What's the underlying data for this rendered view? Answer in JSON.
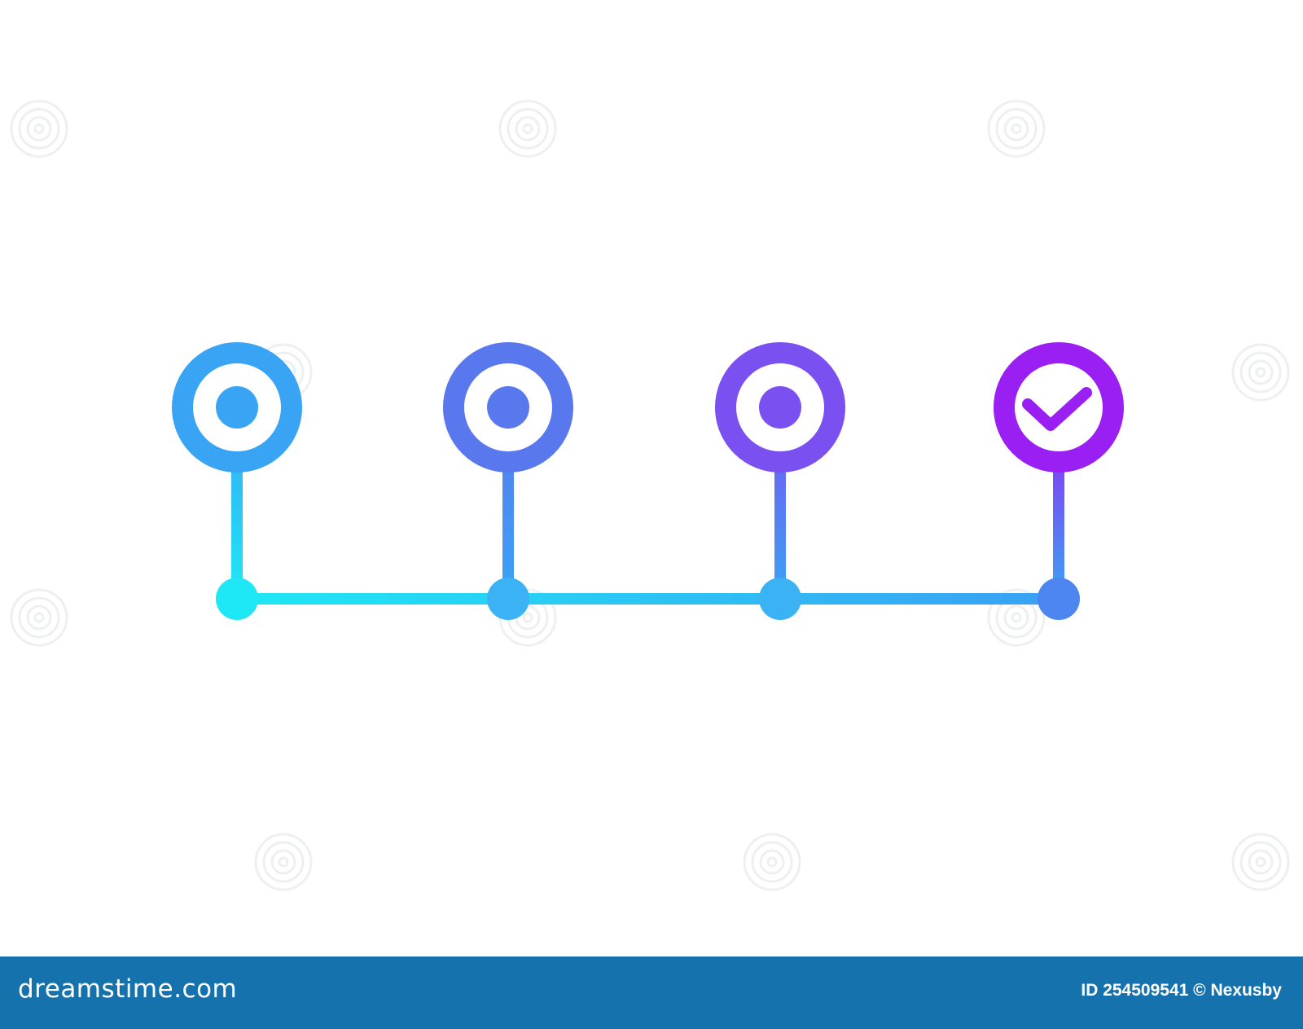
{
  "diagram": {
    "type": "timeline",
    "gradient": {
      "start": "#1ee8f5",
      "mid": "#3f8ef4",
      "end": "#a317f5"
    },
    "milestones": [
      {
        "icon": "target-icon",
        "state": "pending",
        "color": "#3aa4f4"
      },
      {
        "icon": "target-icon",
        "state": "pending",
        "color": "#5a78ee"
      },
      {
        "icon": "target-icon",
        "state": "pending",
        "color": "#7a50f0"
      },
      {
        "icon": "checkmark-icon",
        "state": "complete",
        "color": "#9a1ff3"
      }
    ]
  },
  "watermark": {
    "icon": "spiral-logo-icon",
    "text": "dreamstime"
  },
  "footer": {
    "brand": "dreamstime.com",
    "credit": "ID 254509541 © Nexusby",
    "background": "#1672ac"
  }
}
